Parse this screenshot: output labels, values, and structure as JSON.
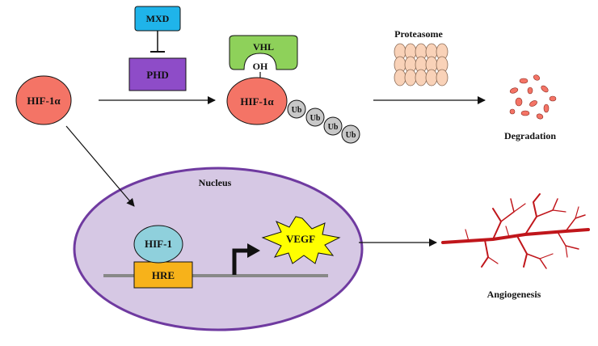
{
  "nodes": {
    "mxd": "MXD",
    "phd": "PHD",
    "vhl": "VHL",
    "oh": "OH",
    "hif1a_left": "HIF-1α",
    "hif1a_right": "HIF-1α",
    "ub": [
      "Ub",
      "Ub",
      "Ub",
      "Ub"
    ],
    "proteasome": "Proteasome",
    "degradation": "Degradation",
    "nucleus": "Nucleus",
    "hif1": "HIF-1",
    "hre": "HRE",
    "vegf": "VEGF",
    "angiogenesis": "Angiogenesis"
  },
  "colors": {
    "hif": "#f47466",
    "mxd": "#1fb4ea",
    "phd": "#8e4cc8",
    "vhl": "#8ed15a",
    "ub": "#c8c8c8",
    "proteasome": "#f9d2b8",
    "nucleus_fill": "#d6c8e4",
    "nucleus_border": "#6f3aa0",
    "hif1": "#8fd0dc",
    "hre": "#f7b21a",
    "vegf": "#ffff00",
    "vessel": "#c0161b",
    "dna": "#888888"
  },
  "icons": [
    "degradation-fragments-icon",
    "gene-promoter-arrow-icon",
    "blood-vessel-icon",
    "proteasome-icon"
  ]
}
